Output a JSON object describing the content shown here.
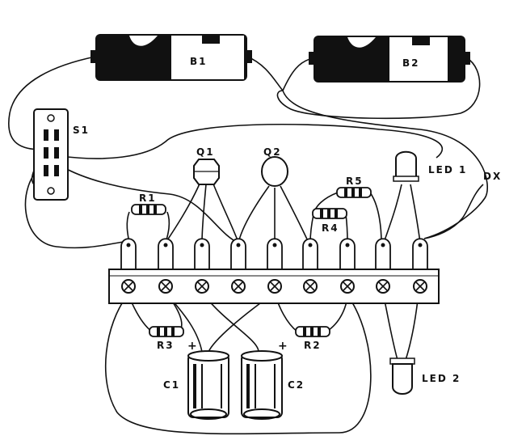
{
  "labels": {
    "battery1": "B1",
    "battery2": "B2",
    "switch": "S1",
    "transistor1": "Q1",
    "transistor2": "Q2",
    "led1": "LED 1",
    "led2": "LED 2",
    "dx": "DX",
    "resistor1": "R1",
    "resistor2": "R2",
    "resistor3": "R3",
    "resistor4": "R4",
    "resistor5": "R5",
    "capacitor1": "C1",
    "capacitor2": "C2",
    "plus1": "+",
    "plus2": "+"
  },
  "colors": {
    "ink": "#111111",
    "paper": "#ffffff"
  }
}
